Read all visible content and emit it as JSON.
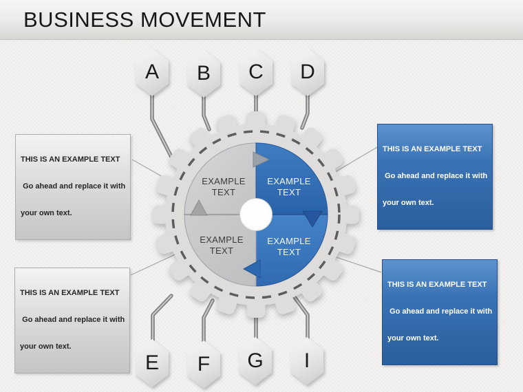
{
  "header": {
    "title": "BUSINESS MOVEMENT"
  },
  "hexagons": {
    "top": [
      {
        "label": "A"
      },
      {
        "label": "B"
      },
      {
        "label": "C"
      },
      {
        "label": "D"
      }
    ],
    "bottom": [
      {
        "label": "E"
      },
      {
        "label": "F"
      },
      {
        "label": "G"
      },
      {
        "label": "I"
      }
    ]
  },
  "gear": {
    "quadrants": [
      {
        "position": "top-left",
        "label": "EXAMPLE TEXT",
        "color": "#cdcdcf",
        "text_color": "#3b3b3b"
      },
      {
        "position": "top-right",
        "label": "EXAMPLE TEXT",
        "color": "#2f6db4",
        "text_color": "#ffffff"
      },
      {
        "position": "bottom-left",
        "label": "EXAMPLE TEXT",
        "color": "#c5c5c7",
        "text_color": "#3b3b3b"
      },
      {
        "position": "bottom-right",
        "label": "EXAMPLE TEXT",
        "color": "#3f7cc2",
        "text_color": "#ffffff"
      }
    ],
    "arrows": [
      {
        "name": "clockwise-arrow-top",
        "direction": "right",
        "color": "#9ba1a8"
      },
      {
        "name": "clockwise-arrow-right",
        "direction": "down",
        "color": "#26579d"
      },
      {
        "name": "clockwise-arrow-bottom",
        "direction": "left",
        "color": "#2e68ae"
      },
      {
        "name": "clockwise-arrow-left",
        "direction": "up",
        "color": "#a4a4a6"
      }
    ]
  },
  "callouts": [
    {
      "position": "top-left",
      "style": "gray",
      "line1": "THIS IS AN EXAMPLE TEXT",
      "line2": " Go ahead and replace it with",
      "line3": "your own text."
    },
    {
      "position": "top-right",
      "style": "blue",
      "line1": "THIS IS AN EXAMPLE TEXT",
      "line2": " Go ahead and replace it with",
      "line3": "your own text."
    },
    {
      "position": "bottom-left",
      "style": "gray",
      "line1": "THIS IS AN EXAMPLE TEXT",
      "line2": " Go ahead and replace it with",
      "line3": "your own text."
    },
    {
      "position": "bottom-right",
      "style": "blue",
      "line1": "THIS IS AN EXAMPLE TEXT",
      "line2": " Go ahead and replace it with",
      "line3": "your own text."
    }
  ],
  "colors": {
    "accent_blue": "#2f6db4",
    "shape_gray": "#cdcdcf",
    "background": "#f1f0ee"
  }
}
